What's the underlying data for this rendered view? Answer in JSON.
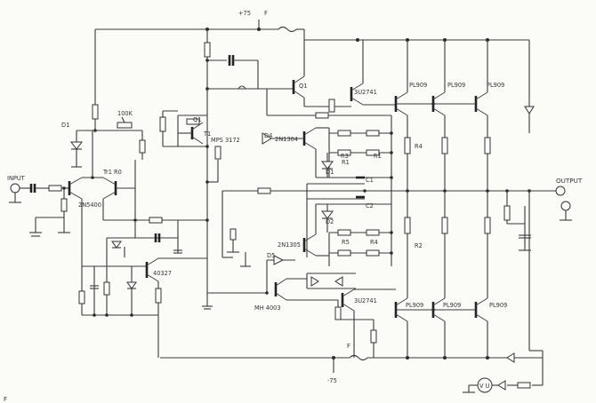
{
  "labels": {
    "supply_pos": "+75",
    "fuse_top": "F",
    "supply_neg": "-75",
    "fuse_bottom": "F",
    "input": "INPUT",
    "output": "OUTPUT",
    "d1": "D1",
    "pot": "100K",
    "tr_input": "2N5400",
    "tr_input_sub": "Tr1 R0",
    "tr_mps": "MPS 3172",
    "tr_t1": "T1",
    "tr_q1": "Q1",
    "d4": "D4",
    "tr_2n1304": "2N1304",
    "d1b": "D1",
    "d2": "D2",
    "r1": "R1",
    "r1b": "R1",
    "r3": "R3",
    "r4": "R4",
    "r4b": "R4",
    "r5": "R5",
    "r2": "R2",
    "c1": "C1",
    "c2": "C2",
    "tr_40327": "40327",
    "d5": "D5",
    "tr_2n1305": "2N1305",
    "tr_mh": "MH 4003",
    "tr_upper_drv": "3U2741",
    "tr_lower_drv": "3U2741",
    "pl_upper": [
      "PL909",
      "PL909",
      "PL909"
    ],
    "pl_lower": [
      "PL909",
      "PL909",
      "PL909"
    ],
    "meter": "V U",
    "fig": "F"
  }
}
